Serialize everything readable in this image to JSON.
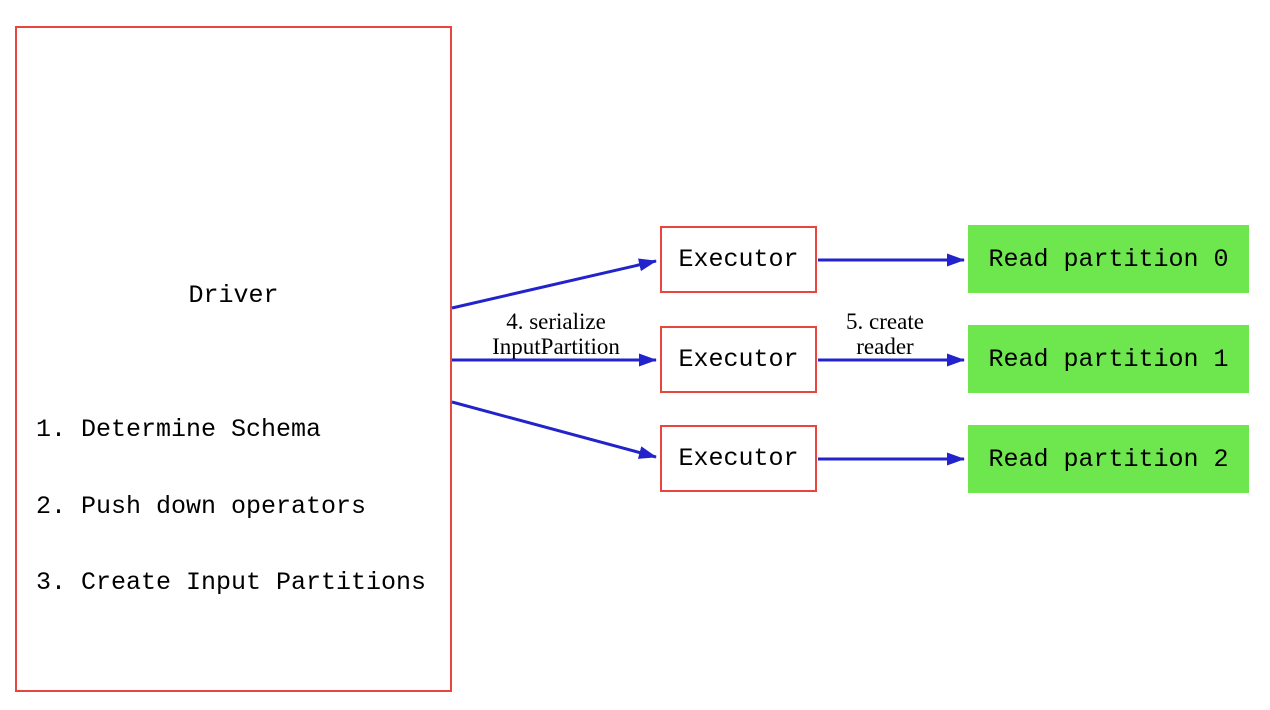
{
  "diagram": {
    "driver": {
      "title": "Driver",
      "steps": [
        "1. Determine Schema",
        "2. Push down operators",
        "3. Create Input Partitions"
      ]
    },
    "executors": [
      "Executor",
      "Executor",
      "Executor"
    ],
    "partitions": [
      "Read partition 0",
      "Read partition 1",
      "Read partition 2"
    ],
    "edge_labels": {
      "serialize_line1": "4. serialize",
      "serialize_line2": "InputPartition",
      "reader_line1": "5. create",
      "reader_line2": "reader"
    },
    "colors": {
      "box_border": "#e8463c",
      "arrow": "#2323cc",
      "partition_fill": "#6ee64e",
      "text": "#000000",
      "background": "#ffffff"
    }
  }
}
